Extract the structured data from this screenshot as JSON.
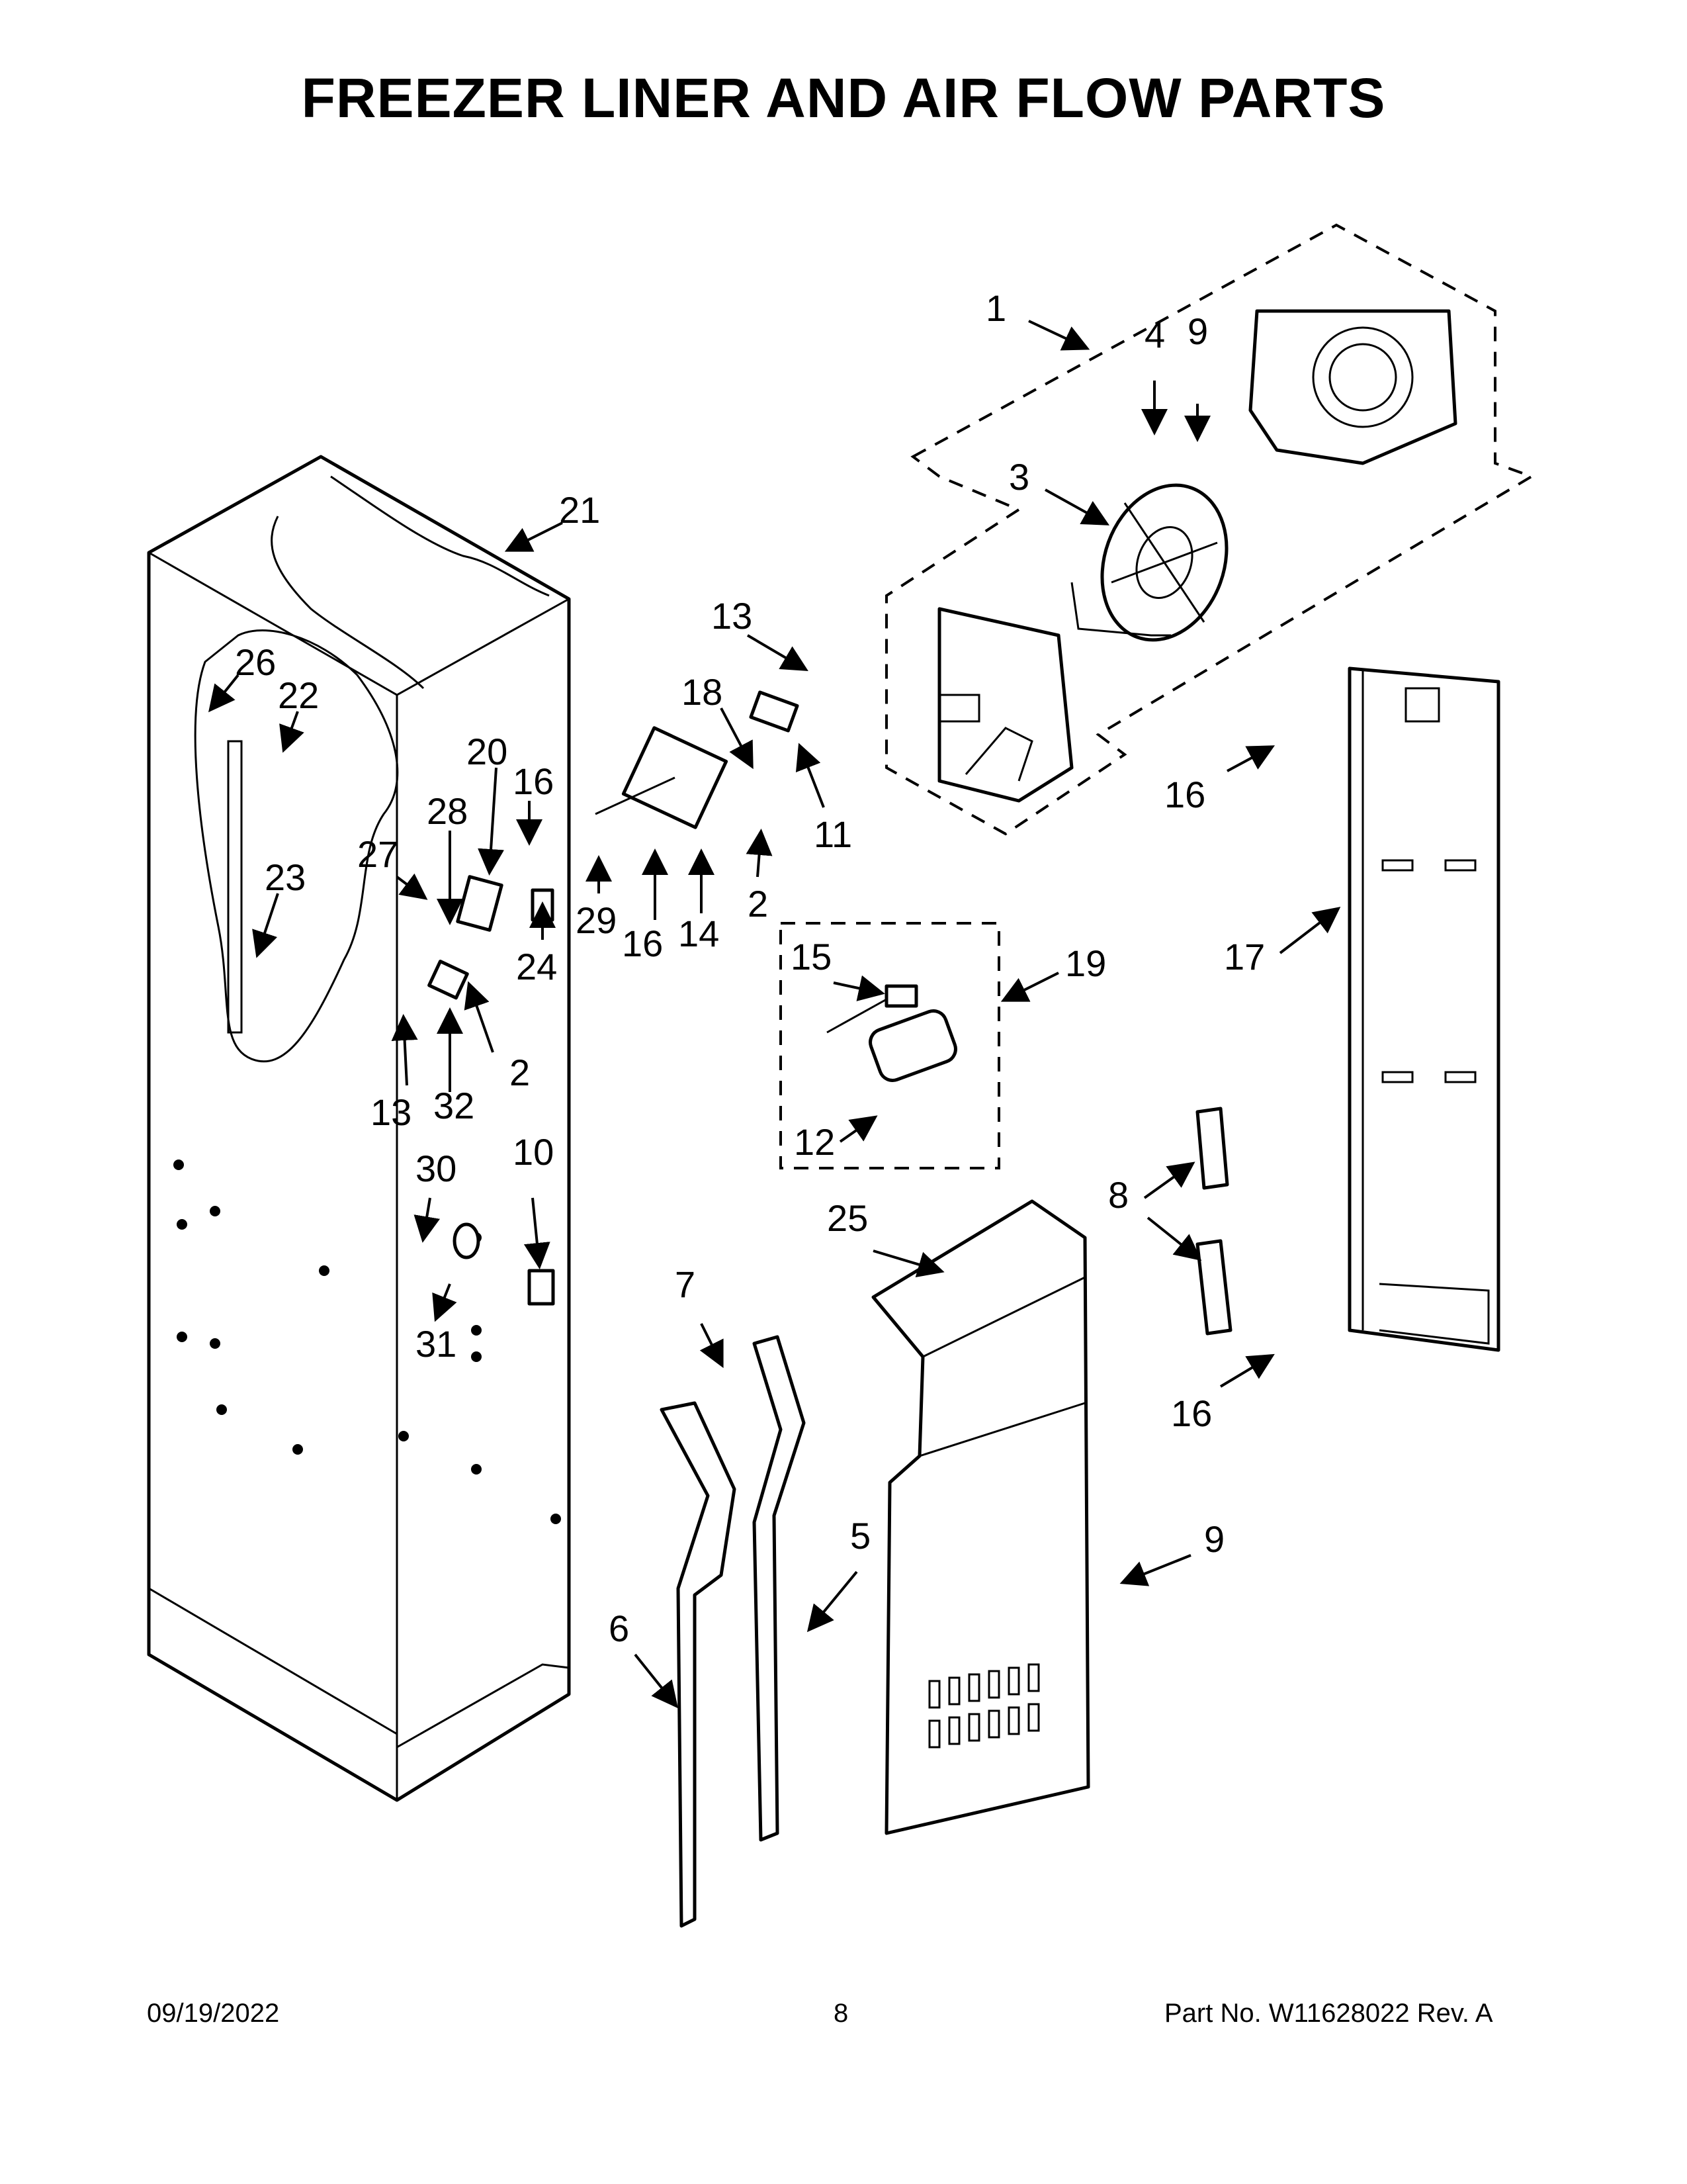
{
  "title": "FREEZER LINER AND AIR FLOW PARTS",
  "footer": {
    "date": "09/19/2022",
    "page": "8",
    "part_number": "Part No.  W11628022  Rev.  A"
  },
  "callouts": {
    "c1": "1",
    "c9a": "9",
    "c4": "4",
    "c3": "3",
    "c21": "21",
    "c13a": "13",
    "c18": "18",
    "c11": "11",
    "c16a": "16",
    "c26": "26",
    "c22": "22",
    "c20": "20",
    "c16b": "16",
    "c28": "28",
    "c27": "27",
    "c23": "23",
    "c29": "29",
    "c16c": "16",
    "c14": "14",
    "c2a": "2",
    "c24": "24",
    "c2b": "2",
    "c13b": "13",
    "c32": "32",
    "c15": "15",
    "c19": "19",
    "c17": "17",
    "c12": "12",
    "c30": "30",
    "c10": "10",
    "c31": "31",
    "c8": "8",
    "c25": "25",
    "c7": "7",
    "c16d": "16",
    "c5": "5",
    "c9b": "9",
    "c6": "6"
  }
}
